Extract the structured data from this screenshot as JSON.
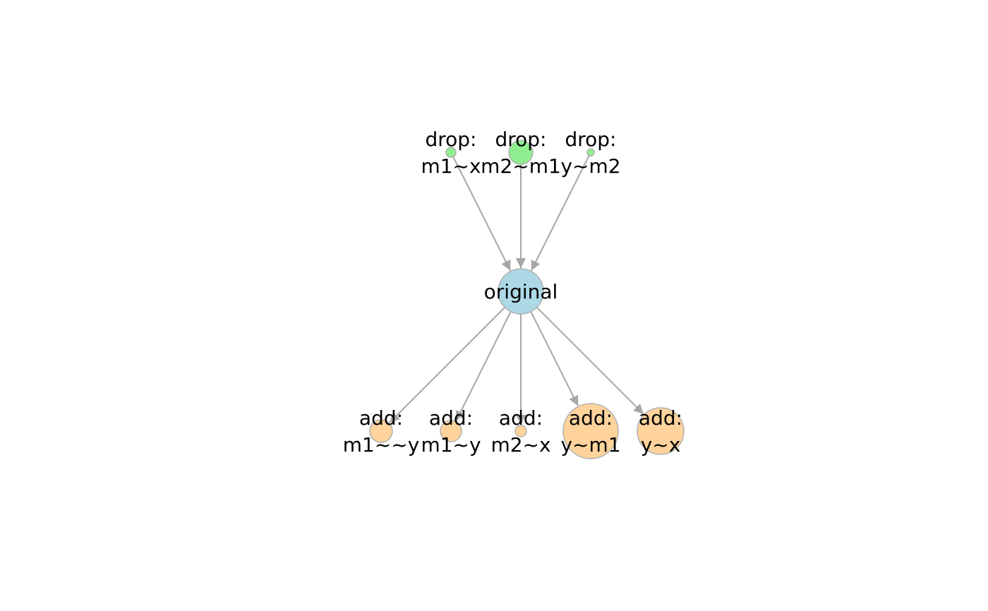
{
  "colors": {
    "drop": "#90ee90",
    "original": "#add8e6",
    "add": "#ffd39b",
    "node_stroke": "#b0b0b0",
    "edge": "#a6a6a6"
  },
  "nodes": [
    {
      "id": "drop-m1-x",
      "group": "drop",
      "lines": [
        "drop:",
        "m1~x"
      ],
      "weight": 1
    },
    {
      "id": "drop-m2-m1",
      "group": "drop",
      "lines": [
        "drop:",
        "m2~m1"
      ],
      "weight": 3
    },
    {
      "id": "drop-y-m2",
      "group": "drop",
      "lines": [
        "drop:",
        "y~m2"
      ],
      "weight": 0.5
    },
    {
      "id": "original",
      "group": "original",
      "lines": [
        "original"
      ],
      "weight": 8
    },
    {
      "id": "add-m1-y-2",
      "group": "add",
      "lines": [
        "add:",
        "m1~~y"
      ],
      "weight": 2
    },
    {
      "id": "add-m1-y",
      "group": "add",
      "lines": [
        "add:",
        "m1~y"
      ],
      "weight": 2
    },
    {
      "id": "add-m2-x",
      "group": "add",
      "lines": [
        "add:",
        "m2~x"
      ],
      "weight": 0.8
    },
    {
      "id": "add-y-m1",
      "group": "add",
      "lines": [
        "add:",
        "y~m1"
      ],
      "weight": 15
    },
    {
      "id": "add-y-x",
      "group": "add",
      "lines": [
        "add:",
        "y~x"
      ],
      "weight": 10
    }
  ],
  "edges": [
    {
      "from": "drop-m1-x",
      "to": "original"
    },
    {
      "from": "drop-m2-m1",
      "to": "original"
    },
    {
      "from": "drop-y-m2",
      "to": "original"
    },
    {
      "from": "original",
      "to": "add-m1-y-2"
    },
    {
      "from": "original",
      "to": "add-m1-y"
    },
    {
      "from": "original",
      "to": "add-m2-x"
    },
    {
      "from": "original",
      "to": "add-y-m1"
    },
    {
      "from": "original",
      "to": "add-y-x"
    }
  ]
}
